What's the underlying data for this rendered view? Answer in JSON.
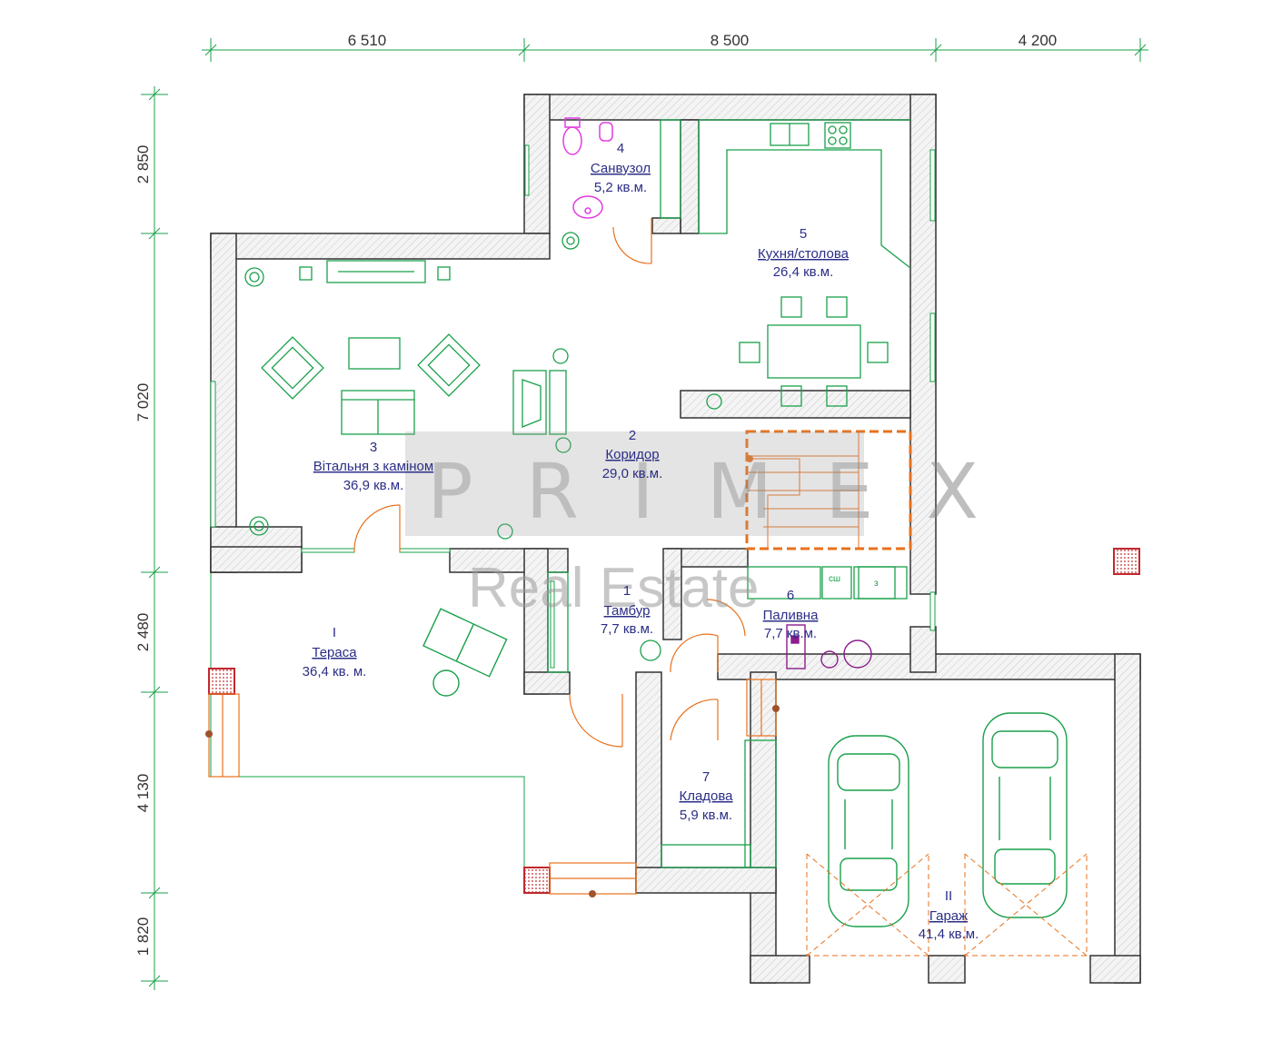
{
  "dimensions": {
    "top": [
      "6 510",
      "8 500",
      "4 200"
    ],
    "left": [
      "2 850",
      "7 020",
      "2 480",
      "4 130",
      "1 820"
    ]
  },
  "rooms": [
    {
      "id": "room-1",
      "number": "1",
      "name": "Тамбур",
      "area": "7,7 кв.м."
    },
    {
      "id": "room-2",
      "number": "2",
      "name": "Коридор",
      "area": "29,0 кв.м."
    },
    {
      "id": "room-3",
      "number": "3",
      "name": "Вітальня з каміном",
      "area": "36,9 кв.м."
    },
    {
      "id": "room-4",
      "number": "4",
      "name": "Санвузол",
      "area": "5,2 кв.м."
    },
    {
      "id": "room-5",
      "number": "5",
      "name": "Кухня/столова",
      "area": "26,4 кв.м."
    },
    {
      "id": "room-6",
      "number": "6",
      "name": "Паливна",
      "area": "7,7 кв.м."
    },
    {
      "id": "room-7",
      "number": "7",
      "name": "Кладова",
      "area": "5,9 кв.м."
    },
    {
      "id": "room-I",
      "number": "I",
      "name": "Тераса",
      "area": "36,4 кв. м."
    },
    {
      "id": "room-II",
      "number": "II",
      "name": "Гараж",
      "area": "41,4 кв.м."
    }
  ],
  "fixture_labels": {
    "washer": "сш",
    "dryer": "з"
  },
  "watermark": {
    "line1": "PRIMEX",
    "line2": "Real Estate"
  },
  "colors": {
    "wall": "#f2f2f2",
    "wall_stroke": "#333333",
    "furniture": "#19a04a",
    "sanitary": "#e23ce0",
    "stairs": "#e8711d",
    "column": "#c0282d",
    "text": "#2b2e86"
  }
}
